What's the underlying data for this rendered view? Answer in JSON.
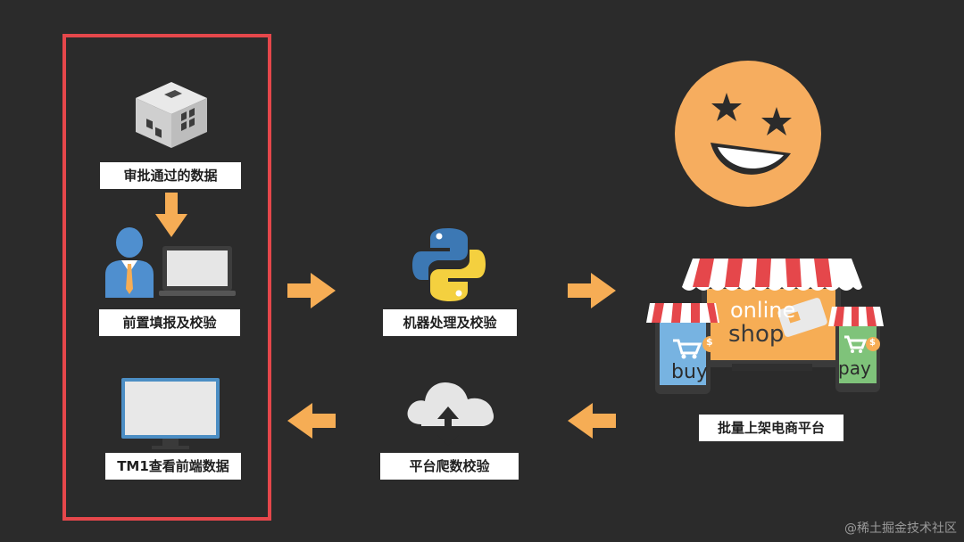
{
  "left_box": {
    "approved_data": "审批通过的数据",
    "pre_fill_check": "前置填报及校验",
    "tm1_view": "TM1查看前端数据"
  },
  "middle": {
    "machine_check": "机器处理及校验",
    "crawl_check": "平台爬数校验"
  },
  "right": {
    "batch_listing": "批量上架电商平台",
    "shop_word1": "online",
    "shop_word2": "shop",
    "buy_label": "buy",
    "pay_label": "pay",
    "coin_symbol": "$"
  },
  "watermark": "@稀土掘金技术社区",
  "colors": {
    "background": "#2b2b2b",
    "frame": "#e5474b",
    "arrow": "#f6ad55",
    "smiley": "#f6ad5f"
  },
  "icons": [
    "cube-icon",
    "down-arrow-icon",
    "person-icon",
    "laptop-icon",
    "monitor-icon",
    "python-icon",
    "cloud-sync-icon",
    "smiley-star-eyes-icon",
    "shop-icon"
  ]
}
